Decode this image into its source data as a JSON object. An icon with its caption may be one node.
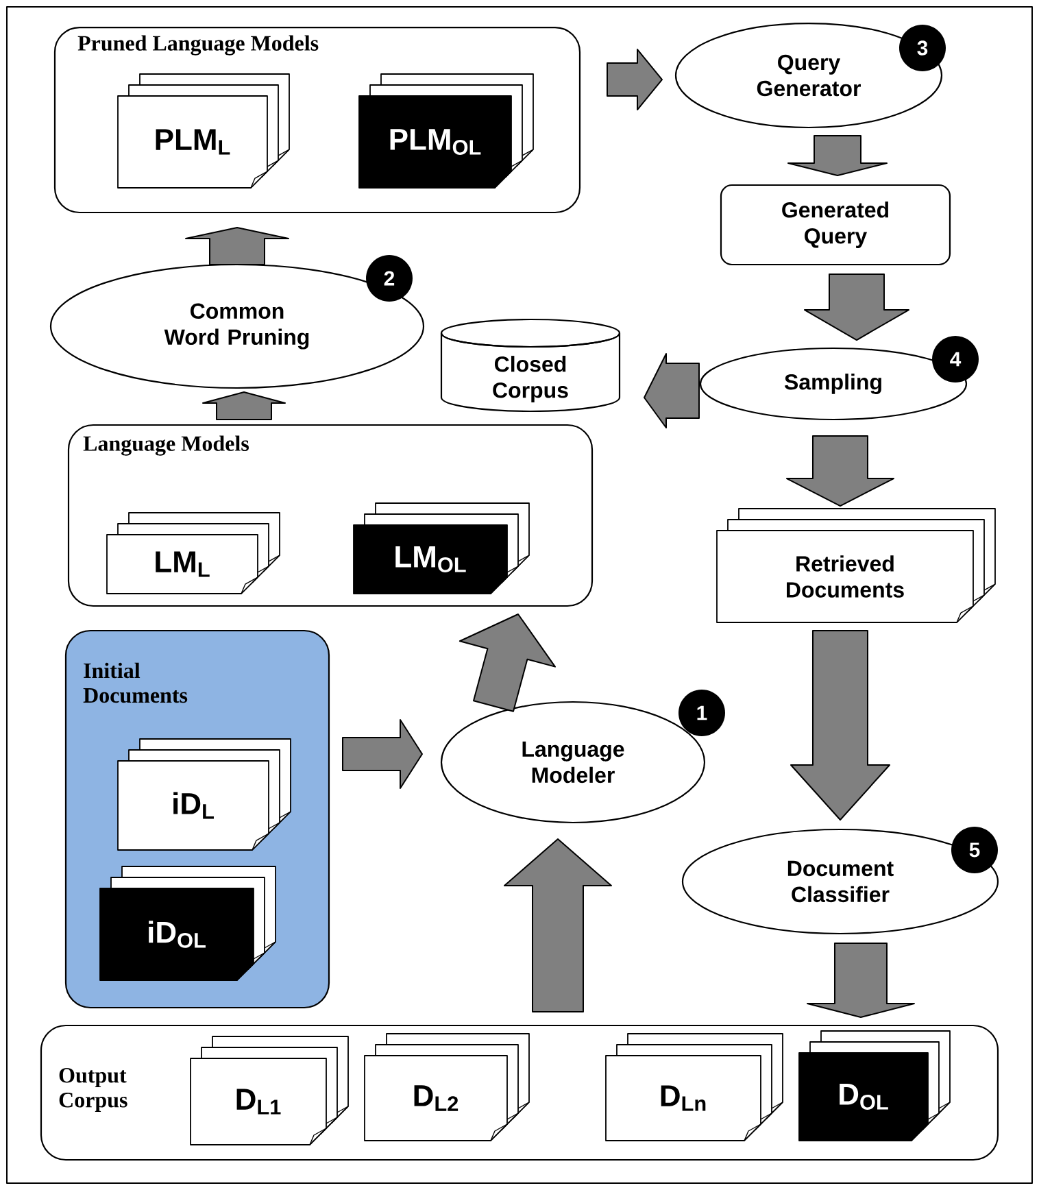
{
  "diagram": {
    "nodes": [
      {
        "text": [
          "Pruned Language Models"
        ]
      },
      {
        "text": [
          "PLM$_{L}$"
        ],
        "in": 0
      },
      {
        "text": [
          "PLM$_{OL}$"
        ],
        "in": 0
      },
      {
        "text": [
          "Query Generator"
        ],
        "beside": [
          "3"
        ]
      },
      {
        "text": [
          "Generated Query"
        ]
      },
      {
        "text": [
          "Common Word Pruning"
        ],
        "beside": [
          "2"
        ]
      },
      {
        "text": [
          "Closed Corpus"
        ]
      },
      {
        "text": [
          "Sampling"
        ],
        "beside": [
          "4"
        ]
      },
      {
        "text": [
          "Language Models"
        ]
      },
      {
        "text": [
          "LM$_{L}$"
        ],
        "in": 8
      },
      {
        "text": [
          "LM$_{OL}$"
        ],
        "in": 8
      },
      {
        "text": [
          "Retrieved Documents"
        ]
      },
      {
        "text": [
          "Initial Documents"
        ]
      },
      {
        "text": [
          "iD$_{L}$"
        ],
        "in": 12
      },
      {
        "text": [
          "iD$_{OL}$"
        ],
        "in": 12
      },
      {
        "text": [
          "Language Modeler"
        ],
        "beside": [
          "1"
        ]
      },
      {
        "text": [
          "Document Classifier"
        ],
        "beside": [
          "5"
        ]
      },
      {
        "text": [
          "Output Corpus"
        ]
      },
      {
        "text": [
          "D$_{L1}$"
        ],
        "in": 17
      },
      {
        "text": [
          "D$_{L2}$"
        ],
        "in": 17
      },
      {
        "text": [
          "D$_{Ln}$"
        ],
        "in": 17
      },
      {
        "text": [
          "D$_{OL}$"
        ],
        "in": 17
      }
    ],
    "edges": [
      {
        "from": 0,
        "to": 3,
        "arrow": "to"
      },
      {
        "from": 3,
        "to": 4,
        "arrow": "to"
      },
      {
        "from": 4,
        "to": 7,
        "arrow": "to"
      },
      {
        "from": 7,
        "to": 6,
        "arrow": "to"
      },
      {
        "from": 7,
        "to": 11,
        "arrow": "to"
      },
      {
        "from": 11,
        "to": 16,
        "arrow": "to"
      },
      {
        "from": 16,
        "to": 17,
        "arrow": "to"
      },
      {
        "from": 17,
        "to": 15,
        "arrow": "to"
      },
      {
        "from": 12,
        "to": 15,
        "arrow": "to"
      },
      {
        "from": 15,
        "to": 8,
        "arrow": "to"
      },
      {
        "from": 8,
        "to": 5,
        "arrow": "to"
      },
      {
        "from": 5,
        "to": 0,
        "arrow": "to"
      }
    ]
  }
}
